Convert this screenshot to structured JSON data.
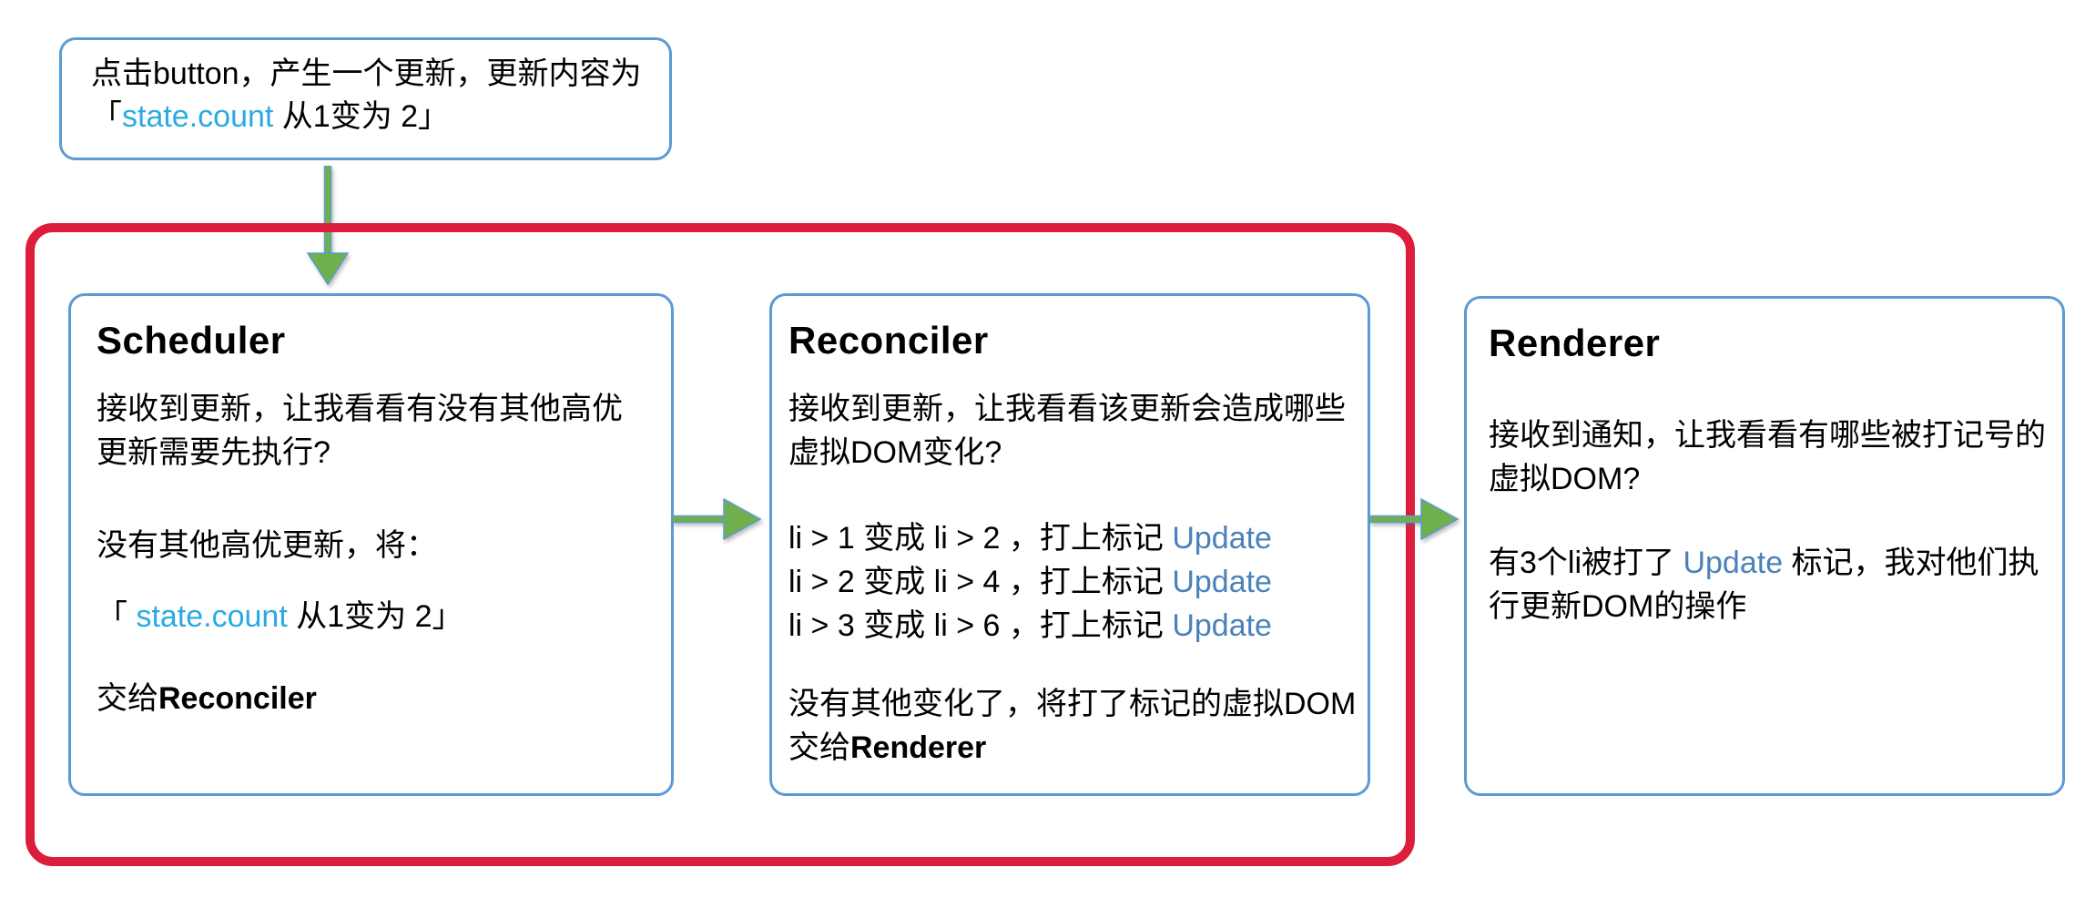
{
  "colors": {
    "accent_blue": "#5B9BD5",
    "frame_red": "#DC1E3C",
    "arrow_green": "#6FB04C",
    "code_cyan": "#29ABE2",
    "tag_blue": "#4A81BA"
  },
  "top_box": {
    "line1": "点击button，产生一个更新，更新内容为",
    "line2_open": "「",
    "line2_code": "state.count",
    "line2_rest": " 从1变为 2」"
  },
  "scheduler": {
    "title": "Scheduler",
    "p1_line1": "接收到更新，让我看看有没有其他高优",
    "p1_line2": "更新需要先执行?",
    "p2": "没有其他高优更新，将：",
    "p3_open": "「 ",
    "p3_code": "state.count",
    "p3_rest": " 从1变为 2」",
    "p4_prefix": "交给",
    "p4_bold": "Reconciler"
  },
  "reconciler": {
    "title": "Reconciler",
    "p1_line1": "接收到更新，让我看看该更新会造成哪些",
    "p1_line2": "虚拟DOM变化?",
    "li_changes": [
      {
        "text": "li > 1 变成 li > 2 ，打上标记 ",
        "tag": "Update"
      },
      {
        "text": "li > 2 变成 li > 4 ，打上标记 ",
        "tag": "Update"
      },
      {
        "text": "li > 3 变成 li > 6 ，打上标记 ",
        "tag": "Update"
      }
    ],
    "p3_line1": "没有其他变化了，将打了标记的虚拟DOM",
    "p3_line2_prefix": "交给",
    "p3_line2_bold": "Renderer"
  },
  "renderer": {
    "title": "Renderer",
    "p1_line1": "接收到通知，让我看看有哪些被打记号的",
    "p1_line2": "虚拟DOM?",
    "p2_line1_prefix": "有3个li被打了 ",
    "p2_line1_tag": "Update",
    "p2_line1_suffix": " 标记，我对他们执",
    "p2_line2": "行更新DOM的操作"
  }
}
